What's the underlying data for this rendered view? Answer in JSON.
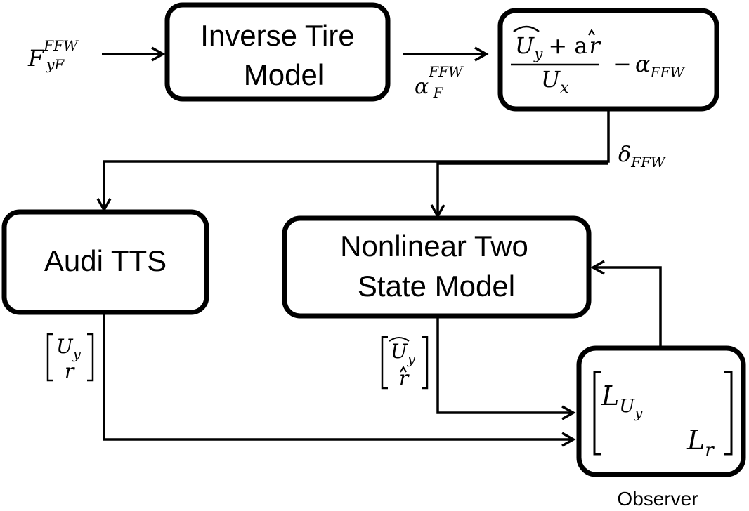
{
  "blocks": {
    "inverse_tire": {
      "line1": "Inverse Tire",
      "line2": "Model"
    },
    "steer_calc": {
      "numerator_base": "U",
      "numerator_base_sub": "y",
      "numerator_rest": "+ a",
      "numerator_r": "r",
      "denominator": "U",
      "denominator_sub": "x",
      "minus": "−",
      "alpha": "α",
      "alpha_sub": "FFW"
    },
    "audi_tts": {
      "label": "Audi TTS"
    },
    "two_state": {
      "line1": "Nonlinear Two",
      "line2": "State Model"
    },
    "observer": {
      "gain1": "L",
      "gain1_sub_base": "U",
      "gain1_sub_sub": "y",
      "gain2": "L",
      "gain2_sub": "r",
      "caption": "Observer"
    }
  },
  "signals": {
    "input_force": {
      "base": "F",
      "sup": "FFW",
      "sub": "yF"
    },
    "slip_angle": {
      "base": "α",
      "sup": "FFW",
      "sub": "F"
    },
    "steer": {
      "base": "δ",
      "sub": "FFW"
    },
    "measured": {
      "top": "U",
      "top_sub": "y",
      "bottom": "r"
    },
    "estimated": {
      "top": "U",
      "top_sub": "y",
      "bottom": "r"
    }
  }
}
